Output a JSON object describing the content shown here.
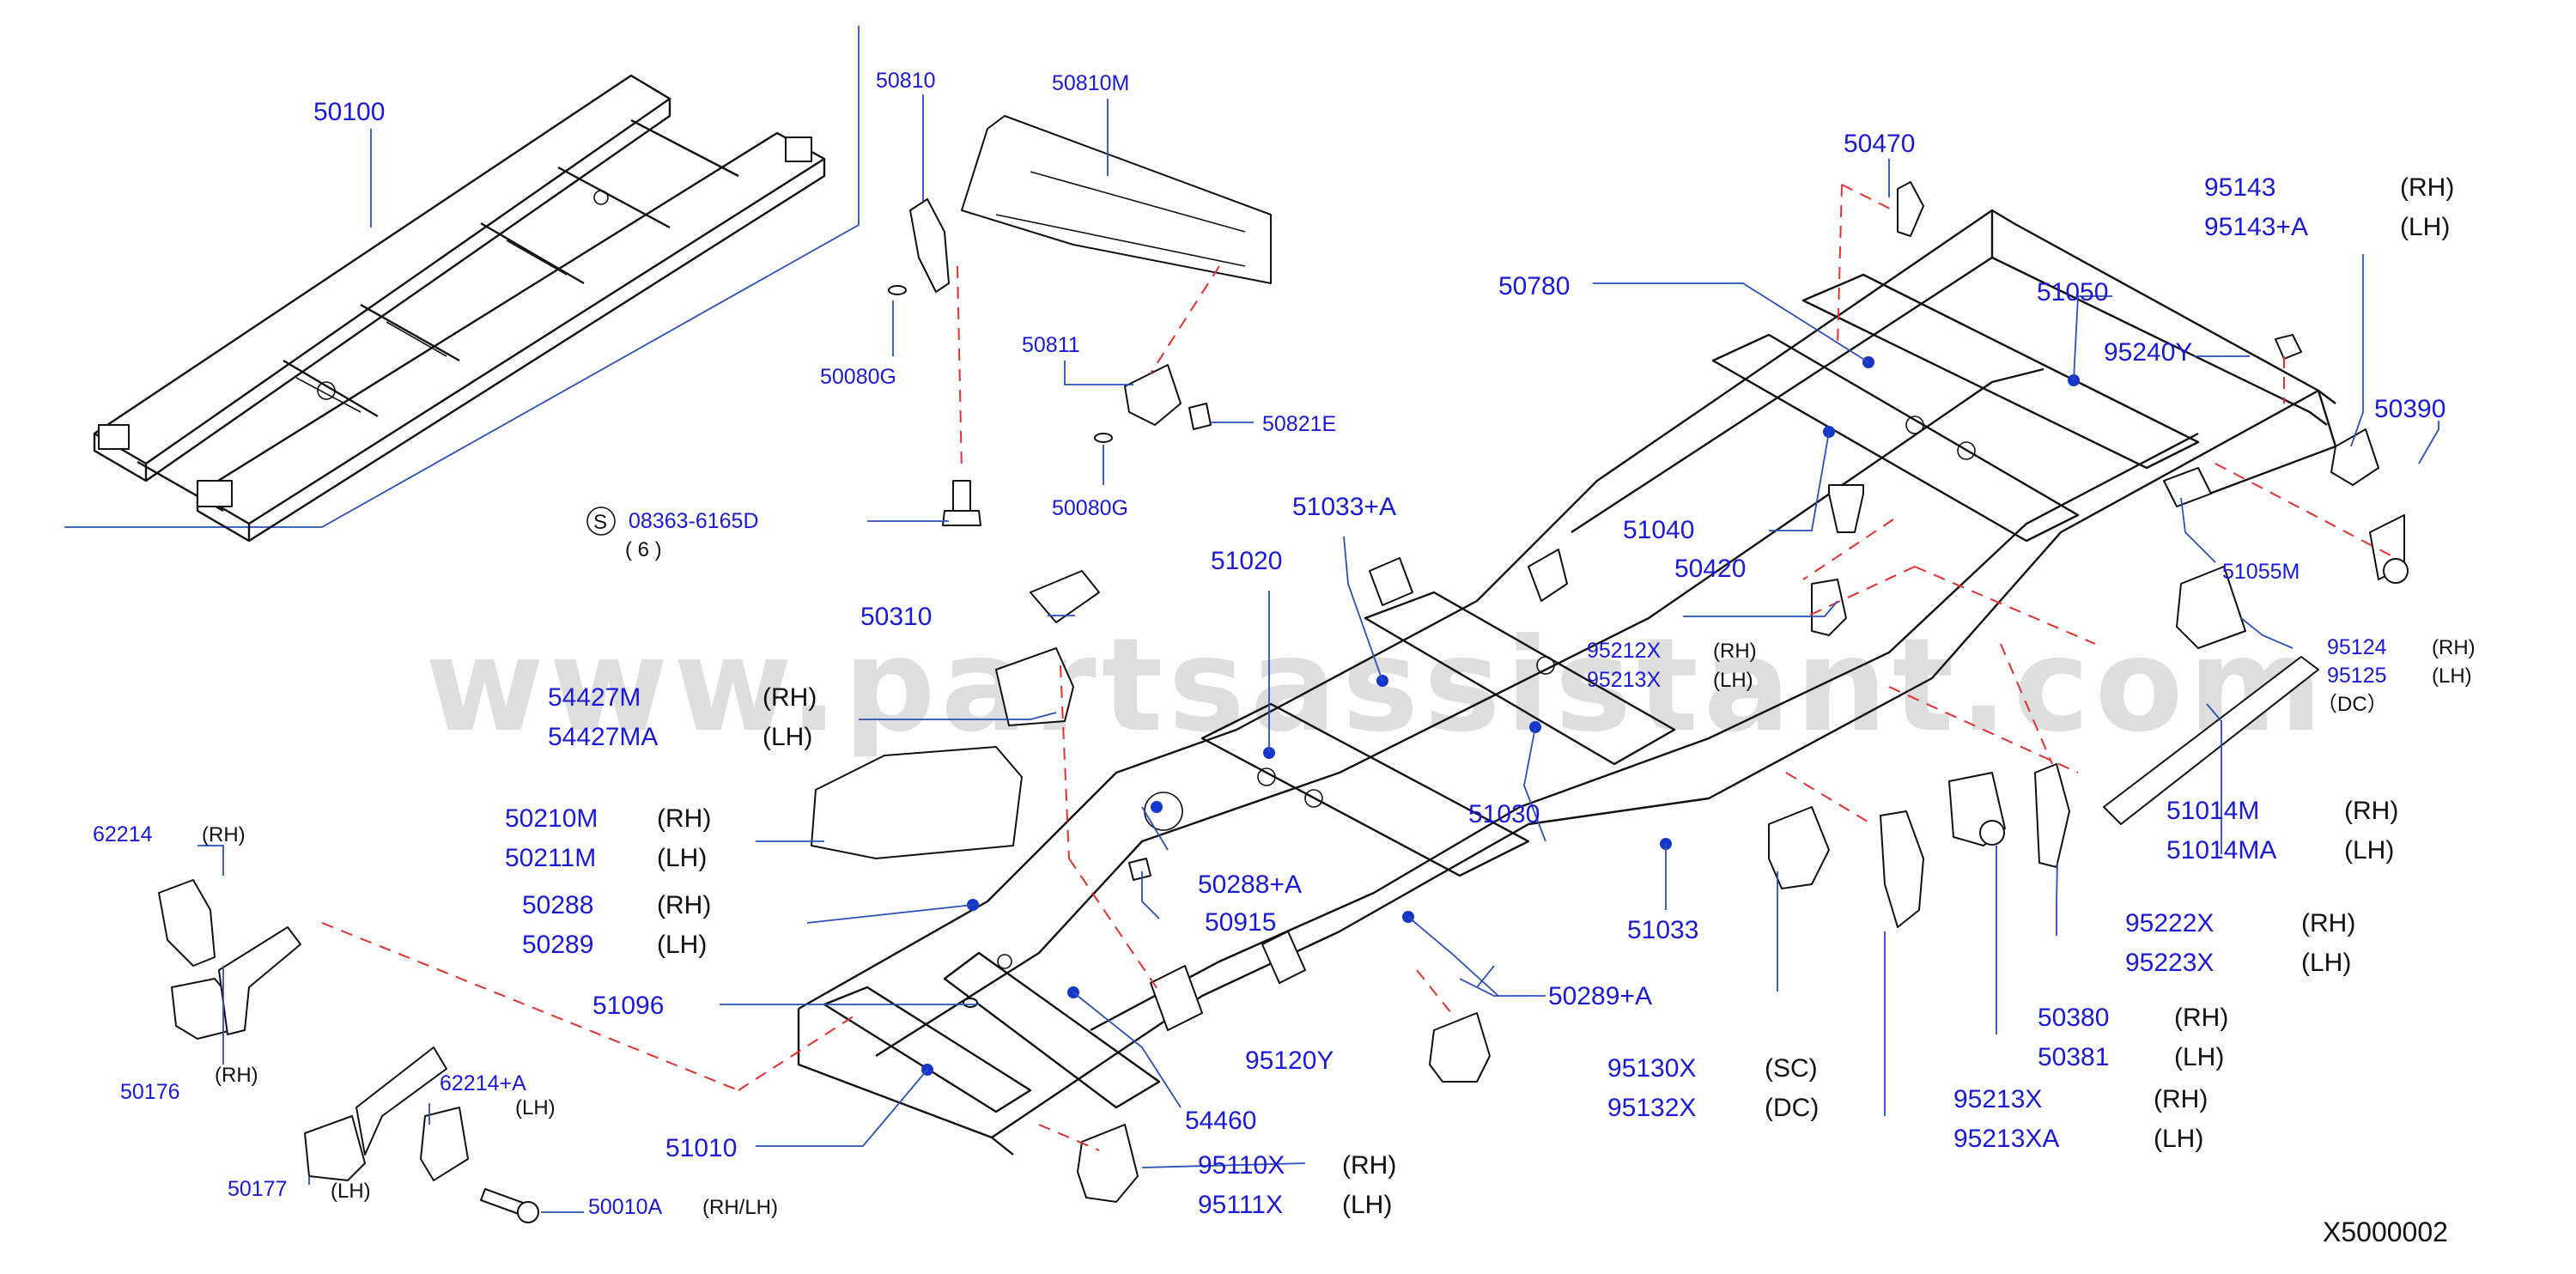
{
  "watermark": "www.partsassistant.com",
  "diagram_id": "X5000002",
  "colors": {
    "part_label": "#1a1ad6",
    "leader_line": "#2b4fb8",
    "dashed_line": "#e03030",
    "callout_dot": "#1536c9",
    "watermark": "#d3d3d3"
  },
  "labels": {
    "p50100": "50100",
    "p50810": "50810",
    "p50810M": "50810M",
    "p50080G_a": "50080G",
    "p50811": "50811",
    "p50821E": "50821E",
    "p50080G_b": "50080G",
    "s_symbol": "S",
    "p08363": "08363-6165D",
    "p08363_qty": "( 6 )",
    "p50470": "50470",
    "p50780": "50780",
    "p51050": "51050",
    "p95240Y": "95240Y",
    "p95143": "95143",
    "p95143_side": "(RH)",
    "p95143A": "95143+A",
    "p95143A_side": "(LH)",
    "p50390": "50390",
    "p51040": "51040",
    "p50420": "50420",
    "p51055M": "51055M",
    "p51033A": "51033+A",
    "p51020": "51020",
    "p50310": "50310",
    "p54427M": "54427M",
    "p54427M_side": "(RH)",
    "p54427MA": "54427MA",
    "p54427MA_side": "(LH)",
    "p95212X": "95212X",
    "p95212X_side": "(RH)",
    "p95213X_a": "95213X",
    "p95213X_a_side": "(LH)",
    "p95124": "95124",
    "p95124_side": "(RH)",
    "p95125": "95125",
    "p95125_side": "(LH)",
    "p95125_dc": "（DC）",
    "p62214": "62214",
    "p62214_side": "(RH)",
    "p50210M": "50210M",
    "p50210M_side": "(RH)",
    "p50211M": "50211M",
    "p50211M_side": "(LH)",
    "p51030": "51030",
    "p50288A": "50288+A",
    "p50915": "50915",
    "p51014M": "51014M",
    "p51014M_side": "(RH)",
    "p51014MA": "51014MA",
    "p51014MA_side": "(LH)",
    "p50288": "50288",
    "p50288_side": "(RH)",
    "p50289": "50289",
    "p50289_side": "(LH)",
    "p51033": "51033",
    "p95222X": "95222X",
    "p95222X_side": "(RH)",
    "p95223X": "95223X",
    "p95223X_side": "(LH)",
    "p51096": "51096",
    "p50289A": "50289+A",
    "p50380": "50380",
    "p50380_side": "(RH)",
    "p50381": "50381",
    "p50381_side": "(LH)",
    "p50176": "50176",
    "p50176_side": "(RH)",
    "p62214A": "62214+A",
    "p62214A_side": "(LH)",
    "p95120Y": "95120Y",
    "p95130X": "95130X",
    "p95130X_side": "(SC)",
    "p95132X": "95132X",
    "p95132X_side": "(DC)",
    "p95213X_b": "95213X",
    "p95213X_b_side": "(RH)",
    "p95213XA": "95213XA",
    "p95213XA_side": "(LH)",
    "p51010": "51010",
    "p54460": "54460",
    "p50177": "50177",
    "p50177_side": "(LH)",
    "p50010A": "50010A",
    "p50010A_side": "(RH/LH)",
    "p95110X": "95110X",
    "p95110X_side": "(RH)",
    "p95111X": "95111X",
    "p95111X_side": "(LH)"
  }
}
